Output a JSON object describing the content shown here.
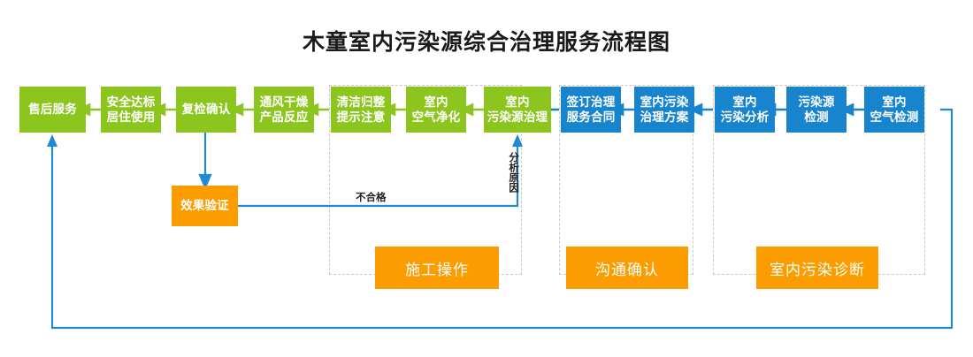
{
  "title": "木童室内污染源综合治理服务流程图",
  "colors": {
    "green": "#8cc51e",
    "blue": "#1784cd",
    "orange": "#fb9c00",
    "connector": "#1f8ad2",
    "arrow_green": "#8cc51e",
    "dashed_border": "#c9c9c9",
    "title_text": "#1a1a1a"
  },
  "nodes": {
    "green": [
      {
        "id": "after-sales-service",
        "lines": [
          "售后服务"
        ]
      },
      {
        "id": "safe-standard-living-use",
        "lines": [
          "安全达标",
          "居住使用"
        ]
      },
      {
        "id": "recheck-confirm",
        "lines": [
          "复检确认"
        ]
      },
      {
        "id": "ventilation-drying-product-reaction",
        "lines": [
          "通风干燥",
          "产品反应"
        ]
      },
      {
        "id": "cleanup-tidy-reminder",
        "lines": [
          "清洁归整",
          "提示注意"
        ]
      },
      {
        "id": "indoor-air-purification",
        "lines": [
          "室内",
          "空气净化"
        ]
      },
      {
        "id": "indoor-pollution-source-treatment",
        "lines": [
          "室内",
          "污染源治理"
        ]
      }
    ],
    "blue": [
      {
        "id": "sign-treatment-service-contract",
        "lines": [
          "签订治理",
          "服务合同"
        ]
      },
      {
        "id": "indoor-pollution-treatment-plan",
        "lines": [
          "室内污染",
          "治理方案"
        ]
      },
      {
        "id": "indoor-pollution-analysis",
        "lines": [
          "室内",
          "污染分析"
        ]
      },
      {
        "id": "pollution-source-detection",
        "lines": [
          "污染源",
          "检测"
        ]
      },
      {
        "id": "indoor-air-detection",
        "lines": [
          "室内",
          "空气检测"
        ]
      }
    ],
    "orange": [
      {
        "id": "effect-verification",
        "lines": [
          "效果验证"
        ]
      }
    ]
  },
  "section_labels": [
    {
      "id": "construction-operation",
      "label": "施工操作"
    },
    {
      "id": "communication-confirmation",
      "label": "沟通确认"
    },
    {
      "id": "indoor-pollution-diagnosis",
      "label": "室内污染诊断"
    }
  ],
  "edge_labels": [
    {
      "id": "unqualified",
      "text": "不合格"
    },
    {
      "id": "analyze-cause",
      "text": "分析原因"
    }
  ]
}
